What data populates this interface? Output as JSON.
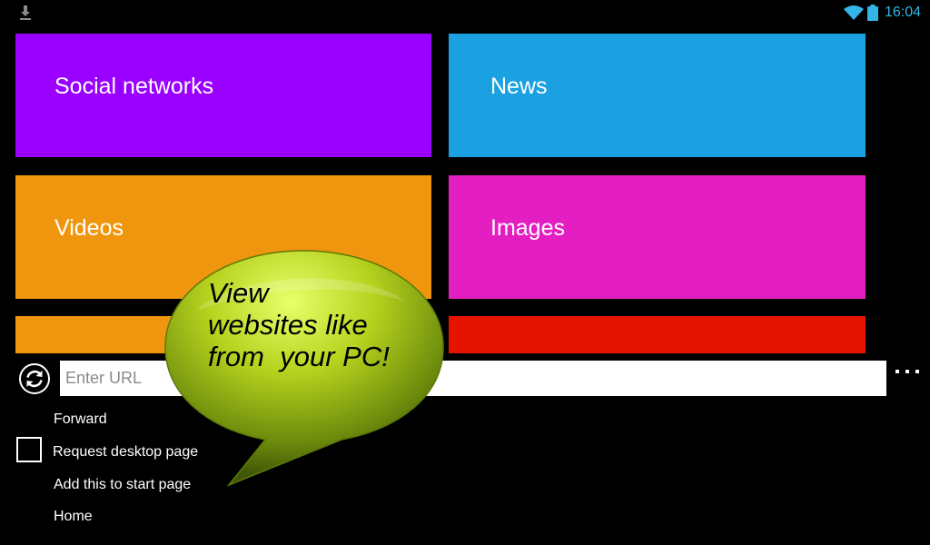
{
  "status_bar": {
    "time": "16:04",
    "icons": [
      "download-icon",
      "wifi-icon",
      "battery-icon"
    ],
    "accent_color": "#33b5e5"
  },
  "tiles": [
    {
      "label": "Social networks",
      "color": "#9900ff"
    },
    {
      "label": "News",
      "color": "#1ba1e2"
    },
    {
      "label": "Videos",
      "color": "#f0960e"
    },
    {
      "label": "Images",
      "color": "#e31fc2"
    },
    {
      "label": "",
      "color": "#f0960e"
    },
    {
      "label": "",
      "color": "#e51400"
    }
  ],
  "url_bar": {
    "placeholder": "Enter URL",
    "value": "",
    "refresh_icon": "refresh-icon",
    "overflow_icon": "overflow-menu-icon"
  },
  "menu": {
    "forward": "Forward",
    "request_desktop": "Request desktop page",
    "request_desktop_checked": false,
    "add_to_start": "Add this to start page",
    "home": "Home"
  },
  "promo_bubble": {
    "text": "View\nwebsites like\nfrom  your PC!",
    "color": "#9bc21a"
  }
}
